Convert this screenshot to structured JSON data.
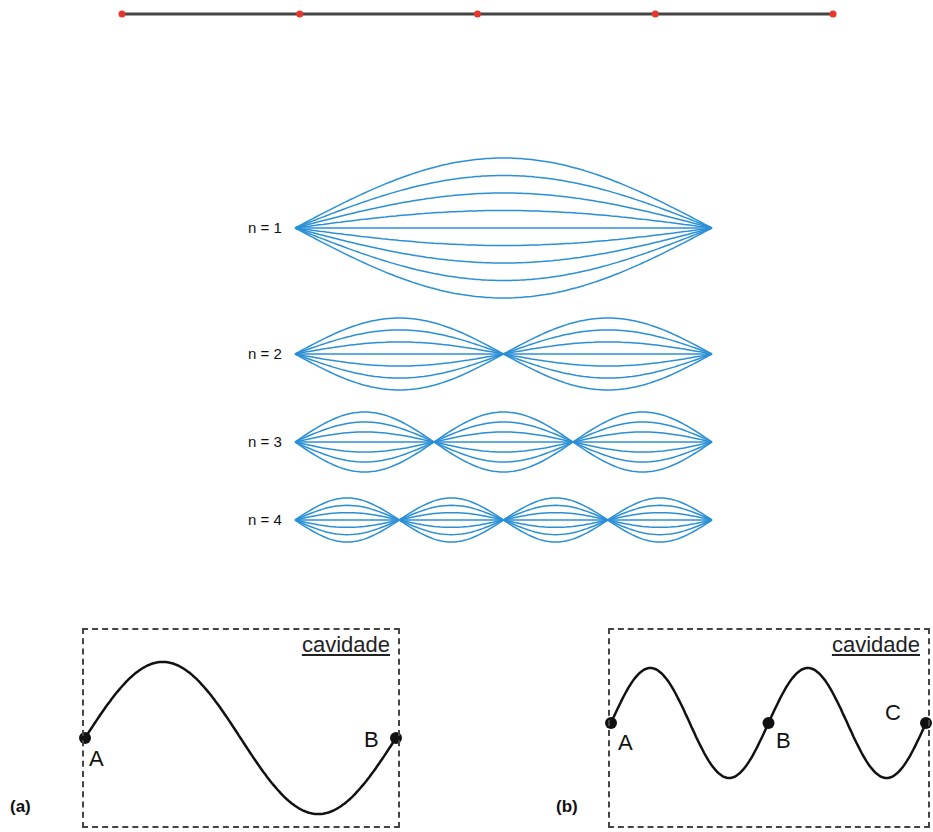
{
  "diagram": {
    "nodes": [
      {
        "text": [
          "cavidade"
        ]
      },
      {
        "text": [
          "cavidade"
        ]
      }
    ],
    "labels": [
      "n = 1",
      "n = 2",
      "n = 3",
      "n = 4",
      "A",
      "B",
      "A",
      "B",
      "C",
      "(a)",
      "(b)"
    ]
  }
}
